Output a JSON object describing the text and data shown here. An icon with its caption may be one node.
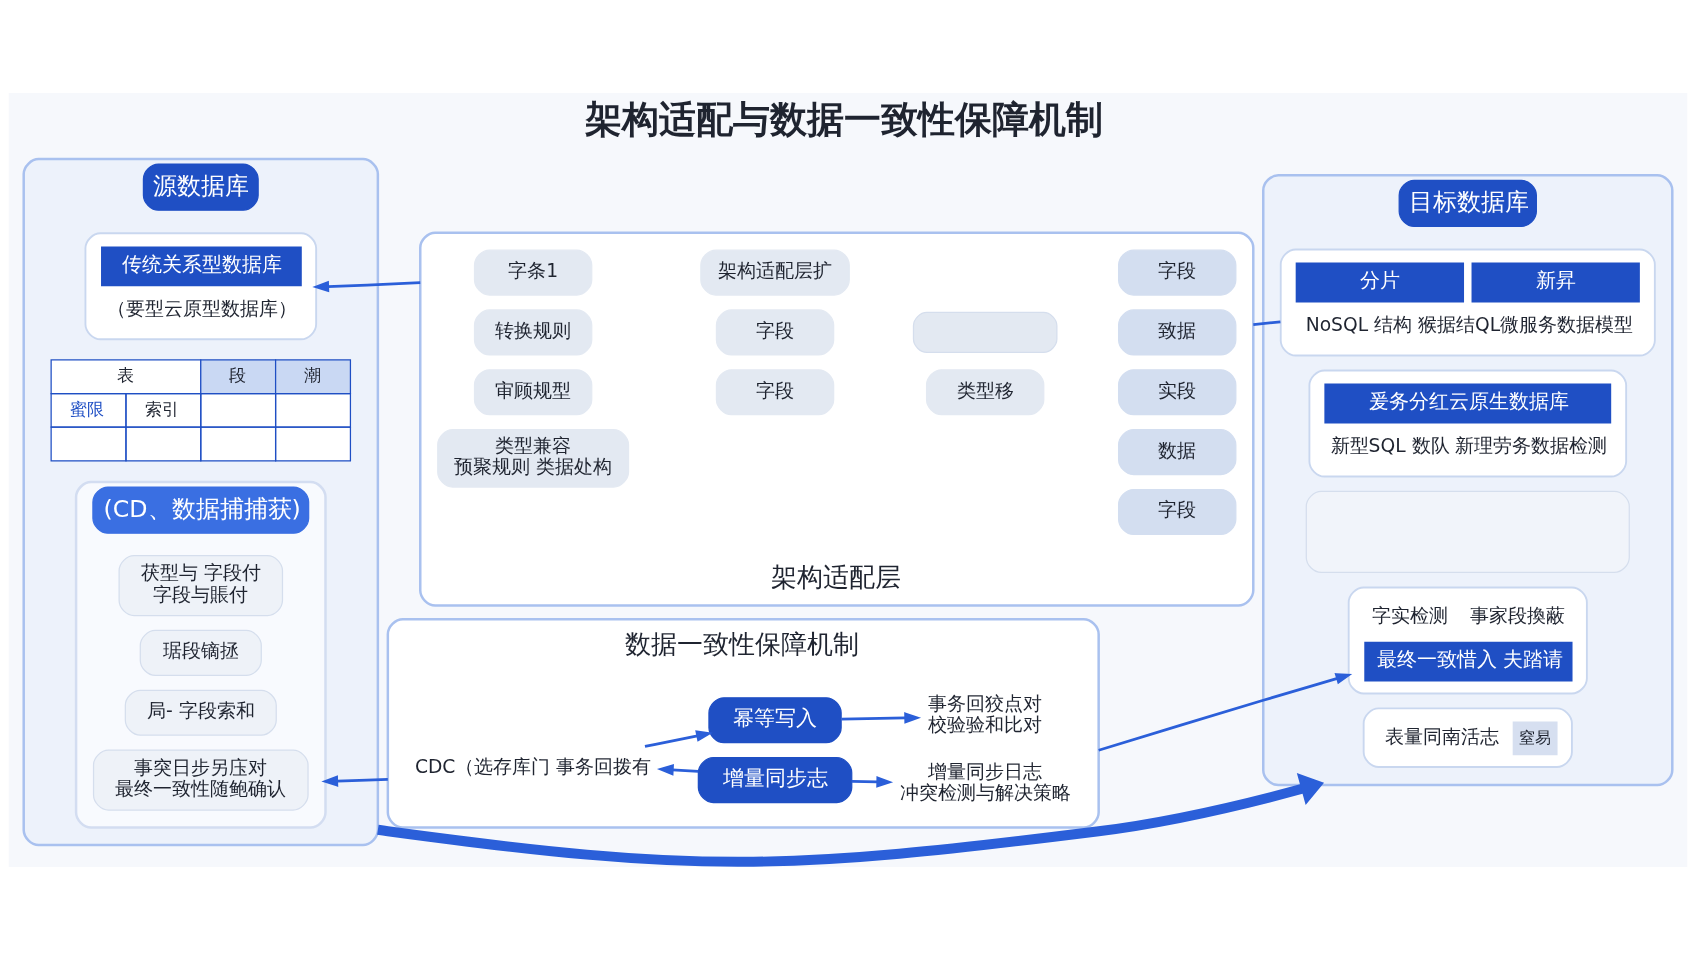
{
  "diagram": {
    "title": "架构适配与数据一致性保障机制",
    "nodes": [
      {
        "text": [
          "源数据库"
        ]
      },
      {
        "text": [
          "传统关系型数据库",
          "（要型云原型数据库）"
        ],
        "in": 0
      },
      {
        "text": [
          "(CD、数据捕捕获)"
        ],
        "in": 0
      },
      {
        "text": [
          "茯型与 字段付",
          "字段与賬付"
        ],
        "in": 2
      },
      {
        "text": [
          "琚段镝拯"
        ],
        "in": 2
      },
      {
        "text": [
          "局- 字段索和"
        ],
        "in": 2
      },
      {
        "text": [
          "事突日步另庒对",
          "最终一致性随鲍确认"
        ],
        "in": 2
      },
      {
        "text": [
          "架构适配层"
        ]
      },
      {
        "text": [
          "字条1"
        ],
        "in": 7
      },
      {
        "text": [
          "架构适配层扩"
        ],
        "in": 7
      },
      {
        "text": [
          "字段"
        ],
        "in": 7
      },
      {
        "text": [
          "转换规则"
        ],
        "in": 7
      },
      {
        "text": [
          "字段"
        ],
        "in": 7
      },
      {
        "text": [],
        "shape": "box",
        "in": 7
      },
      {
        "text": [
          "致据"
        ],
        "in": 7
      },
      {
        "text": [
          "审顾规型"
        ],
        "in": 7
      },
      {
        "text": [
          "字段"
        ],
        "in": 7
      },
      {
        "text": [
          "类型移"
        ],
        "in": 7
      },
      {
        "text": [
          "实段"
        ],
        "in": 7
      },
      {
        "text": [
          "类型兼容",
          "预聚规则 类据处构"
        ],
        "in": 7
      },
      {
        "text": [
          "数据"
        ],
        "in": 7
      },
      {
        "text": [
          "字段"
        ],
        "in": 7
      },
      {
        "text": [
          "数据一致性保障机制"
        ]
      },
      {
        "text": [
          "CDC（选存库门 事务回拨有"
        ],
        "in": 22
      },
      {
        "text": [
          "幂等写入"
        ],
        "in": 22
      },
      {
        "text": [
          "增量同步志"
        ],
        "in": 22
      },
      {
        "text": [
          "事务回狡点对",
          "校验验和比对"
        ],
        "in": 22
      },
      {
        "text": [
          "增量同步日志",
          "冲突检测与解决策略"
        ],
        "in": 22
      },
      {
        "text": [
          "目标数据库"
        ]
      },
      {
        "text": [
          "分片",
          "新昇",
          "NoSQL 结构 猴据结QL微服务数据模型"
        ],
        "in": 28
      },
      {
        "text": [
          "爰务分红云原生数据库",
          "新型SQL 数队 新理劳务数据检测"
        ],
        "in": 28
      },
      {
        "text": [],
        "shape": "box",
        "in": 28
      },
      {
        "text": [
          "字实检测",
          "事家段換蔽",
          "最终一致惜入 夫踏请"
        ],
        "in": 28
      },
      {
        "text": [
          "表量同南活志",
          "窒易"
        ],
        "in": 28
      }
    ],
    "edges": [
      {
        "from": 7,
        "to": 1,
        "arrow": "to"
      },
      {
        "from": 0,
        "to": 28,
        "arrow": "to",
        "style": "thick"
      },
      {
        "from": 7,
        "to": 29,
        "arrow": "none"
      },
      {
        "from": 22,
        "to": 2,
        "arrow": "to"
      },
      {
        "from": 22,
        "to": 32,
        "arrow": "to"
      },
      {
        "from": 23,
        "to": 24,
        "arrow": "to"
      },
      {
        "from": 25,
        "to": 23,
        "arrow": "to"
      },
      {
        "from": 24,
        "to": 26,
        "arrow": "to"
      },
      {
        "from": 25,
        "to": 27,
        "arrow": "to"
      }
    ],
    "labels": [
      "表",
      "段",
      "潮",
      "蜜限",
      "索引"
    ]
  }
}
